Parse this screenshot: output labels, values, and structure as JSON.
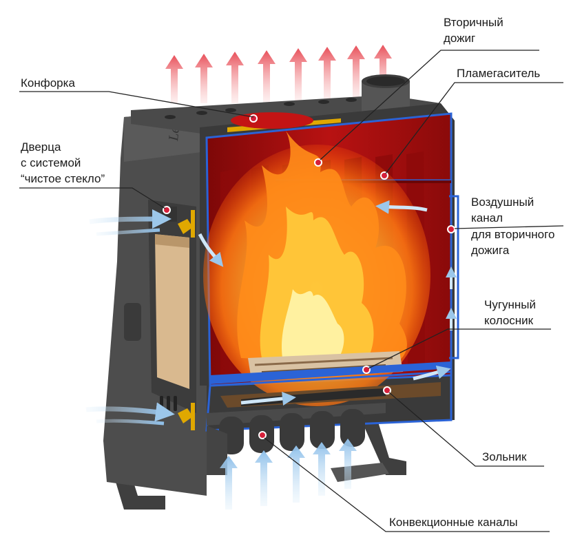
{
  "labels": {
    "konforka": "Конфорка",
    "door_line1": "Дверца",
    "door_line2": "с системой",
    "door_line3": "“чистое стекло”",
    "secondary_line1": "Вторичный",
    "secondary_line2": "дожиг",
    "flame_arrester": "Пламегаситель",
    "air_line1": "Воздушный",
    "air_line2": "канал",
    "air_line3": "для вторичного",
    "air_line4": "дожига",
    "grate_line1": "Чугунный",
    "grate_line2": "колосник",
    "ashpan": "Зольник",
    "convection": "Конвекционные каналы"
  },
  "logo_text": "Les",
  "colors": {
    "body": "#4a4a4a",
    "body_light": "#5c5c5c",
    "chamber": "#a40c0c",
    "blue_edge": "#2b63d6",
    "yellow": "#e0a800",
    "flame": "#ff9a1f",
    "hot_arrow": "#f06a6a",
    "cold_arrow": "#9cc7ea",
    "marker": "#d6203a"
  }
}
